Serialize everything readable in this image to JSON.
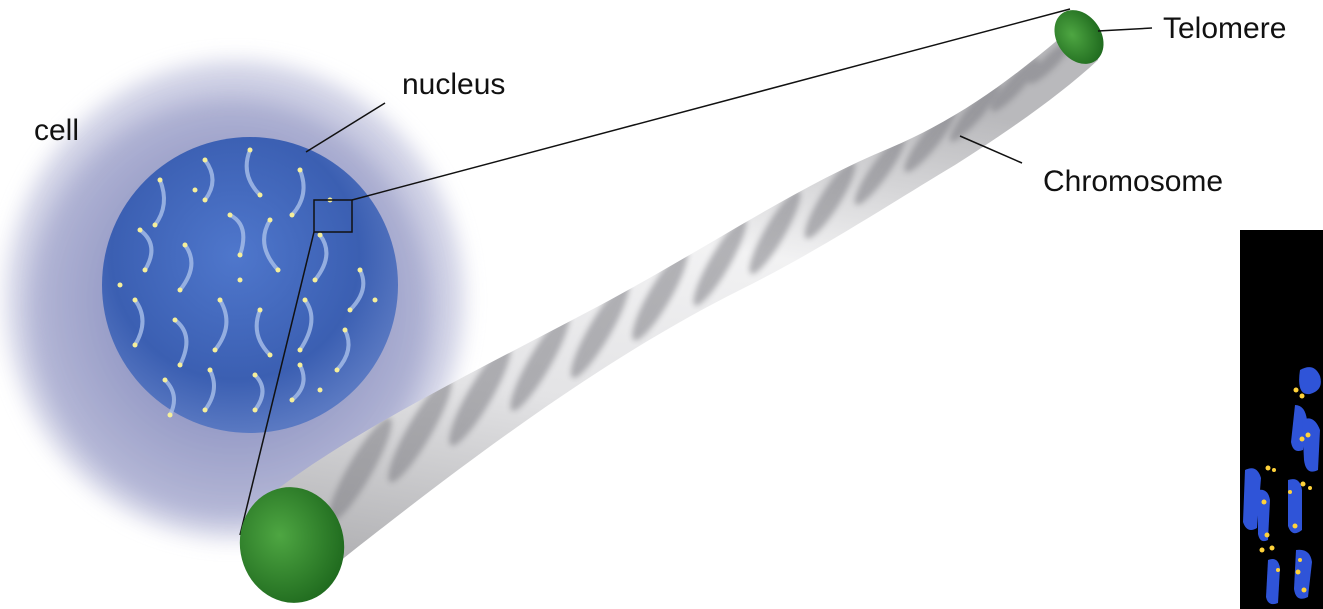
{
  "labels": {
    "cell": "cell",
    "nucleus": "nucleus",
    "telomere": "Telomere",
    "chromosome": "Chromosome"
  },
  "colors": {
    "cell_body": "#b9bcd8",
    "nucleus": "#3e63b8",
    "chromosome": "#d2d2d4",
    "chromosome_band": "#8c8c90",
    "telomere": "#2f8a2a",
    "telomere_dot": "#f3e98a",
    "micrograph_bg": "#000000",
    "micrograph_chromatid": "#2a4fd6",
    "micrograph_signal": "#ffd23a"
  },
  "icons": {
    "micrograph": "fluorescence-micrograph-of-telomeres"
  }
}
